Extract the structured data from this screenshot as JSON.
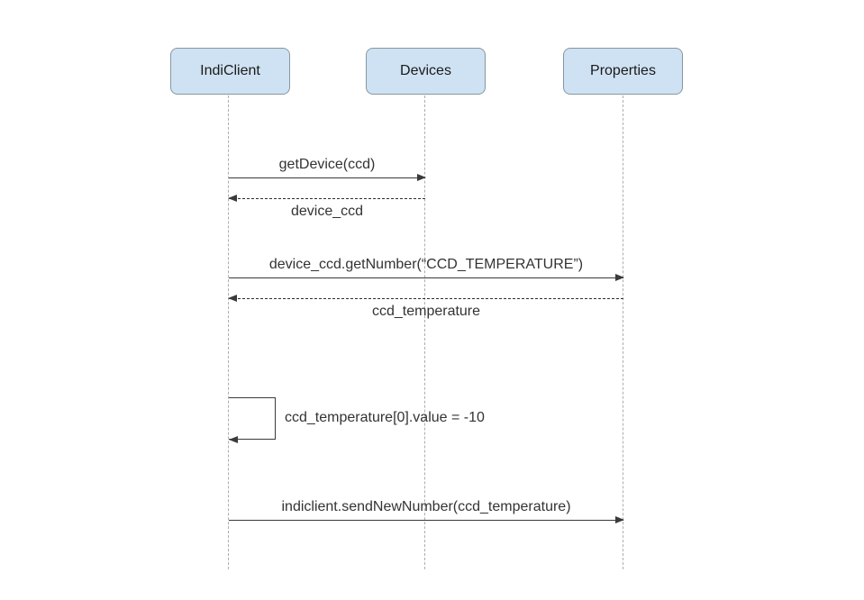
{
  "diagram": {
    "type": "sequence-diagram",
    "actors": [
      {
        "id": "indiclient",
        "label": "IndiClient"
      },
      {
        "id": "devices",
        "label": "Devices"
      },
      {
        "id": "properties",
        "label": "Properties"
      }
    ],
    "messages": [
      {
        "from": "IndiClient",
        "to": "Devices",
        "style": "solid",
        "label": "getDevice(ccd)"
      },
      {
        "from": "Devices",
        "to": "IndiClient",
        "style": "dashed",
        "label": "device_ccd"
      },
      {
        "from": "IndiClient",
        "to": "Properties",
        "style": "solid",
        "label": "device_ccd.getNumber(“CCD_TEMPERATURE”)"
      },
      {
        "from": "Properties",
        "to": "IndiClient",
        "style": "dashed",
        "label": "ccd_temperature"
      },
      {
        "from": "IndiClient",
        "to": "IndiClient",
        "style": "self",
        "label": "ccd_temperature[0].value = -10"
      },
      {
        "from": "IndiClient",
        "to": "Properties",
        "style": "solid",
        "label": "indiclient.sendNewNumber(ccd_temperature)"
      }
    ],
    "colors": {
      "actor_fill": "#cfe2f3",
      "actor_border": "#86979f",
      "lifeline": "#adadad",
      "arrow": "#3a3a3a",
      "text": "#333333",
      "background": "#ffffff"
    }
  }
}
